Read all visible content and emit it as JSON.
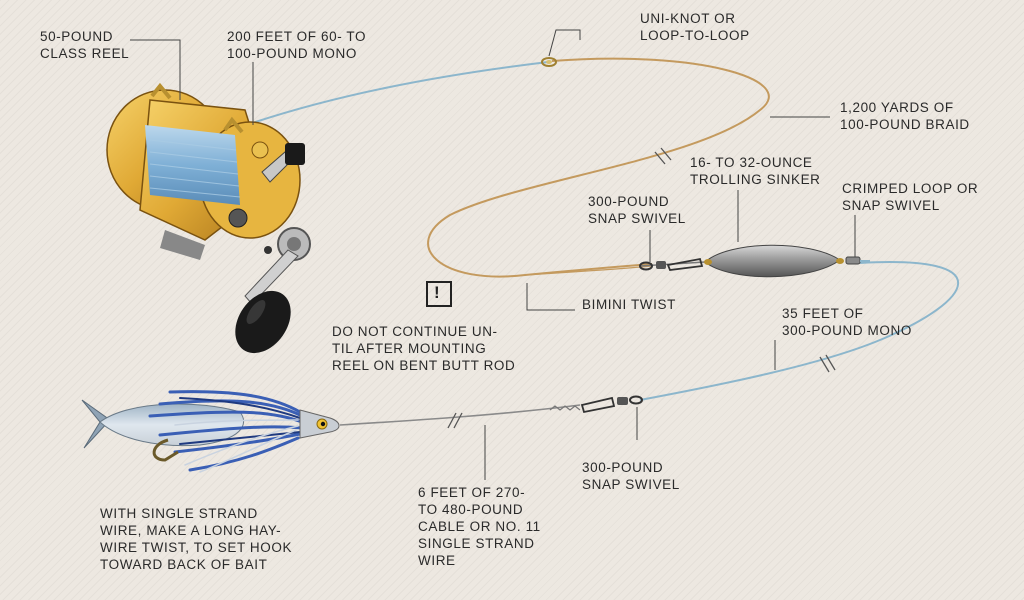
{
  "labels": {
    "reel": "50-POUND\nCLASS REEL",
    "mono_200": "200 FEET OF 60- TO\n100-POUND MONO",
    "uniknot": "UNI-KNOT OR\nLOOP-TO-LOOP",
    "braid": "1,200 YARDS OF\n100-POUND BRAID",
    "sinker": "16- TO 32-OUNCE\nTROLLING SINKER",
    "crimped": "CRIMPED LOOP OR\nSNAP SWIVEL",
    "snap_swivel_upper": "300-POUND\nSNAP SWIVEL",
    "bimini": "BIMINI TWIST",
    "warning": "DO NOT CONTINUE UN-\nTIL AFTER MOUNTING\nREEL ON BENT BUTT ROD",
    "warning_icon": "!",
    "mono_35": "35 FEET OF\n300-POUND MONO",
    "snap_swivel_lower": "300-POUND\nSNAP SWIVEL",
    "cable": "6 FEET OF 270-\nTO 480-POUND\nCABLE OR NO. 11\nSINGLE STRAND\nWIRE",
    "haywire": "WITH SINGLE STRAND\nWIRE, MAKE A LONG HAY-\nWIRE TWIST, TO SET HOOK\nTOWARD BACK OF BAIT"
  },
  "colors": {
    "background": "#ede8e1",
    "text": "#2a2a2a",
    "mono_line": "#8cb6cc",
    "braid_line": "#c49a5e",
    "reel_gold": "#e0a935",
    "skirt_blue": "#3a5fb5"
  }
}
